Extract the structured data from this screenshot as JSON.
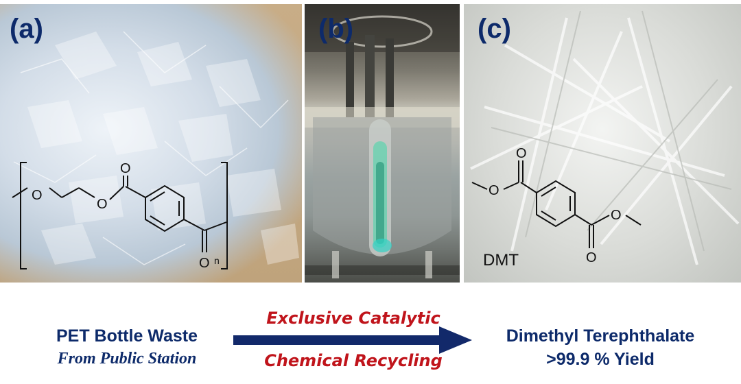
{
  "panels": {
    "a": {
      "label": "(a)",
      "repeat_subscript": "n"
    },
    "b": {
      "label": "(b)"
    },
    "c": {
      "label": "(c)",
      "compound_label": "DMT"
    }
  },
  "scheme": {
    "source_title": "PET Bottle Waste",
    "source_subtitle": "From Public Station",
    "process_line1": "Exclusive Catalytic",
    "process_line2": "Chemical Recycling",
    "product_title": "Dimethyl Terephthalate",
    "product_yield": ">99.9 % Yield"
  },
  "colors": {
    "title_navy": "#0d2a6a",
    "process_red": "#c0141b",
    "arrow_navy": "#12296a"
  }
}
